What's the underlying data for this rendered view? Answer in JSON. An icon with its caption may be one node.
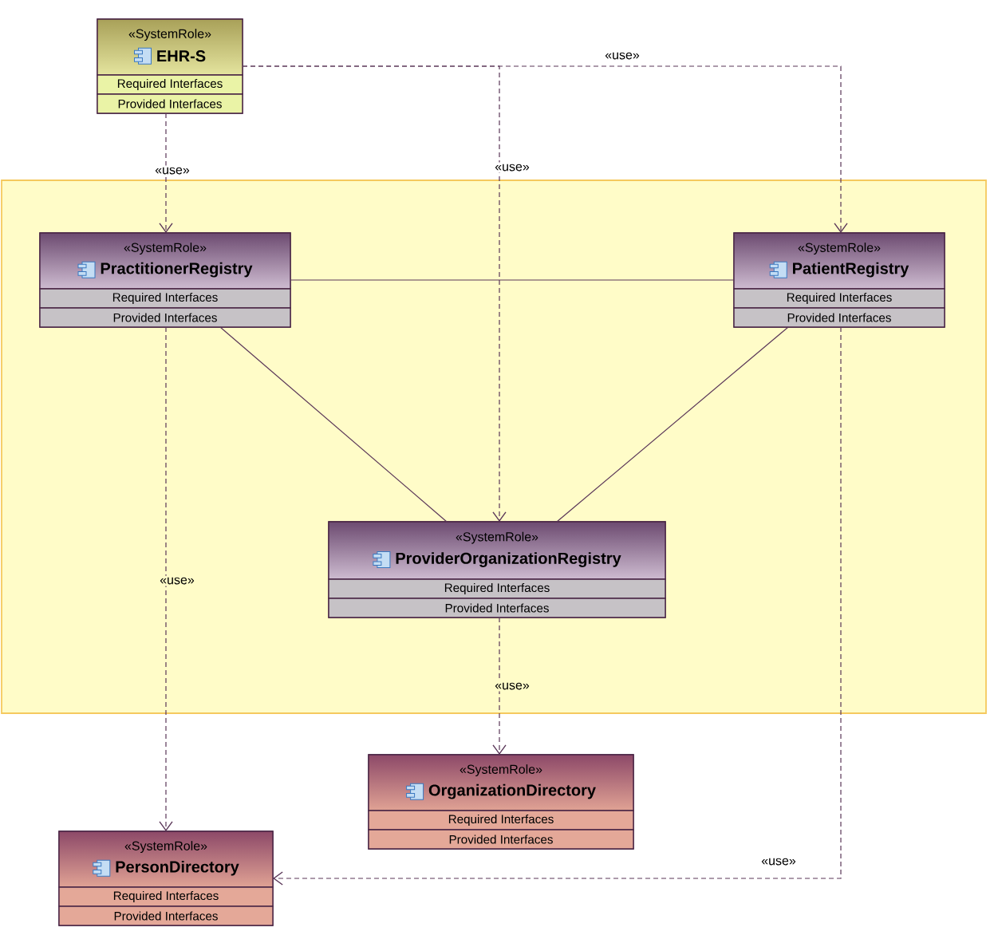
{
  "diagram": {
    "nodes": [
      {
        "text": [
          "«SystemRole»",
          "EHR-S",
          "Required Interfaces",
          "Provided Interfaces"
        ]
      },
      {
        "text": [],
        "shape": "box"
      },
      {
        "text": [
          "«SystemRole»",
          "PractitionerRegistry",
          "Required Interfaces",
          "Provided Interfaces"
        ],
        "in": 1
      },
      {
        "text": [
          "«SystemRole»",
          "PatientRegistry",
          "Required Interfaces",
          "Provided Interfaces"
        ],
        "in": 1
      },
      {
        "text": [
          "«SystemRole»",
          "ProviderOrganizationRegistry",
          "Required Interfaces",
          "Provided Interfaces"
        ],
        "in": 1
      },
      {
        "text": [
          "«SystemRole»",
          "OrganizationDirectory",
          "Required Interfaces",
          "Provided Interfaces"
        ]
      },
      {
        "text": [
          "«SystemRole»",
          "PersonDirectory",
          "Required Interfaces",
          "Provided Interfaces"
        ]
      }
    ],
    "edges": [
      {
        "from": 0,
        "to": 2,
        "arrow": "to",
        "label": "«use»",
        "style": "dashed"
      },
      {
        "from": 0,
        "to": 3,
        "arrow": "to",
        "label": "«use»",
        "style": "dashed"
      },
      {
        "from": 0,
        "to": 4,
        "arrow": "to",
        "label": "«use»",
        "style": "dashed"
      },
      {
        "from": 2,
        "to": 3,
        "arrow": "none"
      },
      {
        "from": 2,
        "to": 4,
        "arrow": "none"
      },
      {
        "from": 3,
        "to": 4,
        "arrow": "none"
      },
      {
        "from": 2,
        "to": 6,
        "arrow": "to",
        "label": "«use»",
        "style": "dashed"
      },
      {
        "from": 4,
        "to": 5,
        "arrow": "to",
        "label": "«use»",
        "style": "dashed"
      },
      {
        "from": 3,
        "to": 6,
        "arrow": "to",
        "label": "«use»",
        "style": "dashed"
      }
    ]
  }
}
